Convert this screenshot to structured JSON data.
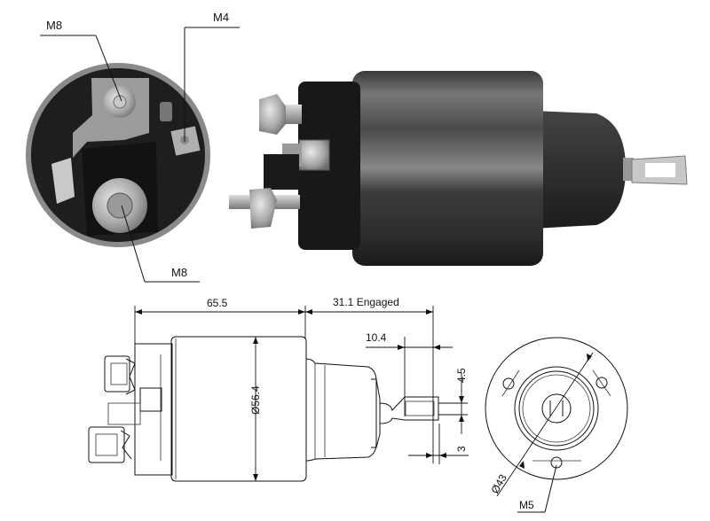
{
  "photo_end_view": {
    "labels": {
      "top_terminal": "M8",
      "small_terminal": "M4",
      "bottom_terminal": "M8"
    }
  },
  "drawing_side_view": {
    "dimensions": {
      "body_length": "65.5",
      "engaged_stroke": "31.1 Engaged",
      "body_diameter": "Ø56.4",
      "lug_length": "10.4",
      "lug_width": "4.5",
      "lug_thickness": "3"
    }
  },
  "drawing_end_view": {
    "dimensions": {
      "bolt_circle": "Ø43",
      "mount_thread": "M5"
    }
  },
  "colors": {
    "line": "#111111",
    "body_dark": "#2a2a2a",
    "metal": "#b8b8b8"
  }
}
